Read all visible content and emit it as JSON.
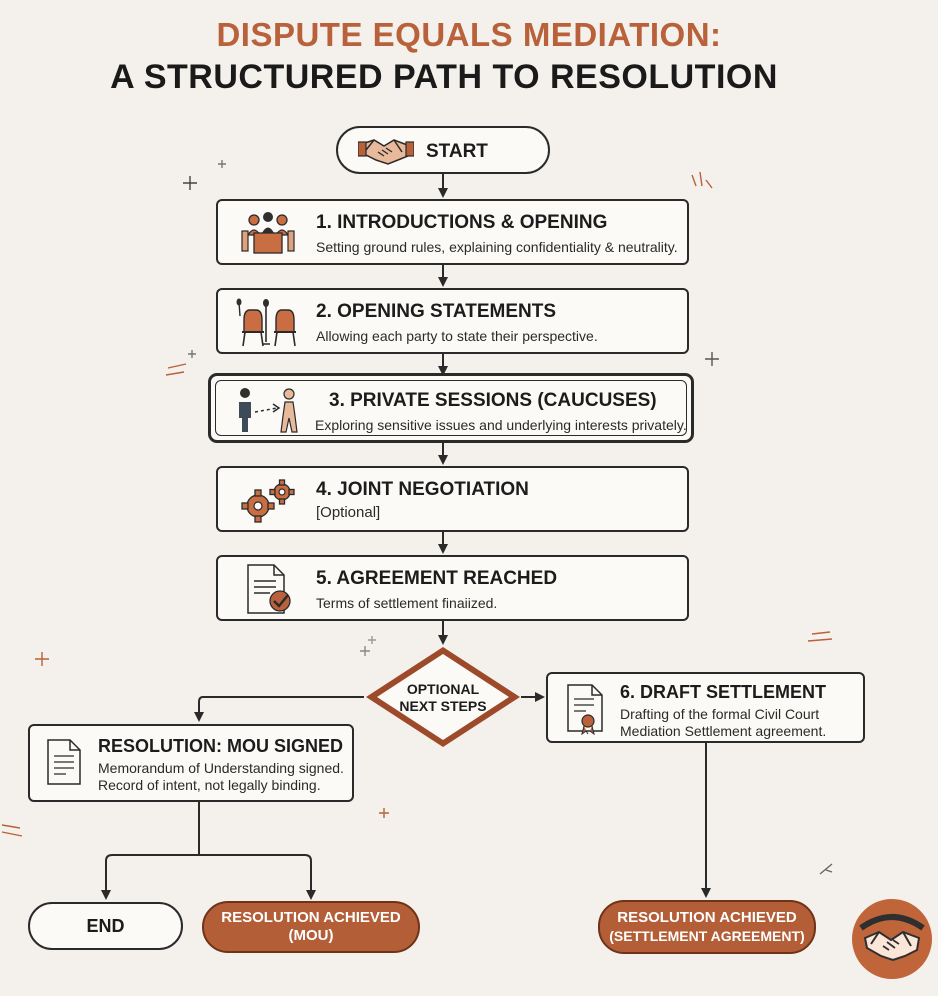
{
  "title": {
    "line1": "DISPUTE EQUALS MEDIATION:",
    "line2": "A STRUCTURED PATH TO RESOLUTION"
  },
  "colors": {
    "accent": "#b8613a",
    "dark": "#1c1c1c",
    "background": "#f4f1ec",
    "box_fill": "#fbfaf7",
    "resolution_pill": "#b35e37"
  },
  "start": {
    "label": "START",
    "icon": "handshake-icon"
  },
  "steps": [
    {
      "title": "1. INTRODUCTIONS & OPENING",
      "desc": "Setting ground rules, explaining confidentiality & neutrality.",
      "icon": "meeting-table-icon"
    },
    {
      "title": "2. OPENING STATEMENTS",
      "desc": "Allowing each party to state their perspective.",
      "icon": "chairs-microphones-icon"
    },
    {
      "title": "3. PRIVATE SESSIONS (CAUCUSES)",
      "desc": "Exploring sensitive issues and underlying interests privately.",
      "icon": "private-meeting-icon"
    },
    {
      "title": "4. JOINT NEGOTIATION",
      "desc": "[Optional]",
      "icon": "gears-icon"
    },
    {
      "title": "5. AGREEMENT REACHED",
      "desc": "Terms of settlement finaiized.",
      "icon": "document-check-icon"
    }
  ],
  "decision": {
    "line1": "OPTIONAL",
    "line2": "NEXT STEPS"
  },
  "draft": {
    "title": "6. DRAFT SETTLEMENT",
    "desc1": "Drafting of the formal Civil Court",
    "desc2": "Mediation Settlement agreement.",
    "icon": "certificate-icon"
  },
  "mou": {
    "title": "RESOLUTION: MOU SIGNED",
    "desc1": "Memorandum of Understanding signed.",
    "desc2": "Record of intent, not legally binding.",
    "icon": "document-icon"
  },
  "end": {
    "label": "END"
  },
  "resolution_mou": {
    "line1": "RESOLUTION ACHIEVED",
    "line2": "(MOU)"
  },
  "resolution_settlement": {
    "line1": "RESOLUTION ACHIEVED",
    "line2": "(SETTLEMENT AGREEMENT)"
  },
  "badge": {
    "icon": "handshake-badge-icon"
  }
}
